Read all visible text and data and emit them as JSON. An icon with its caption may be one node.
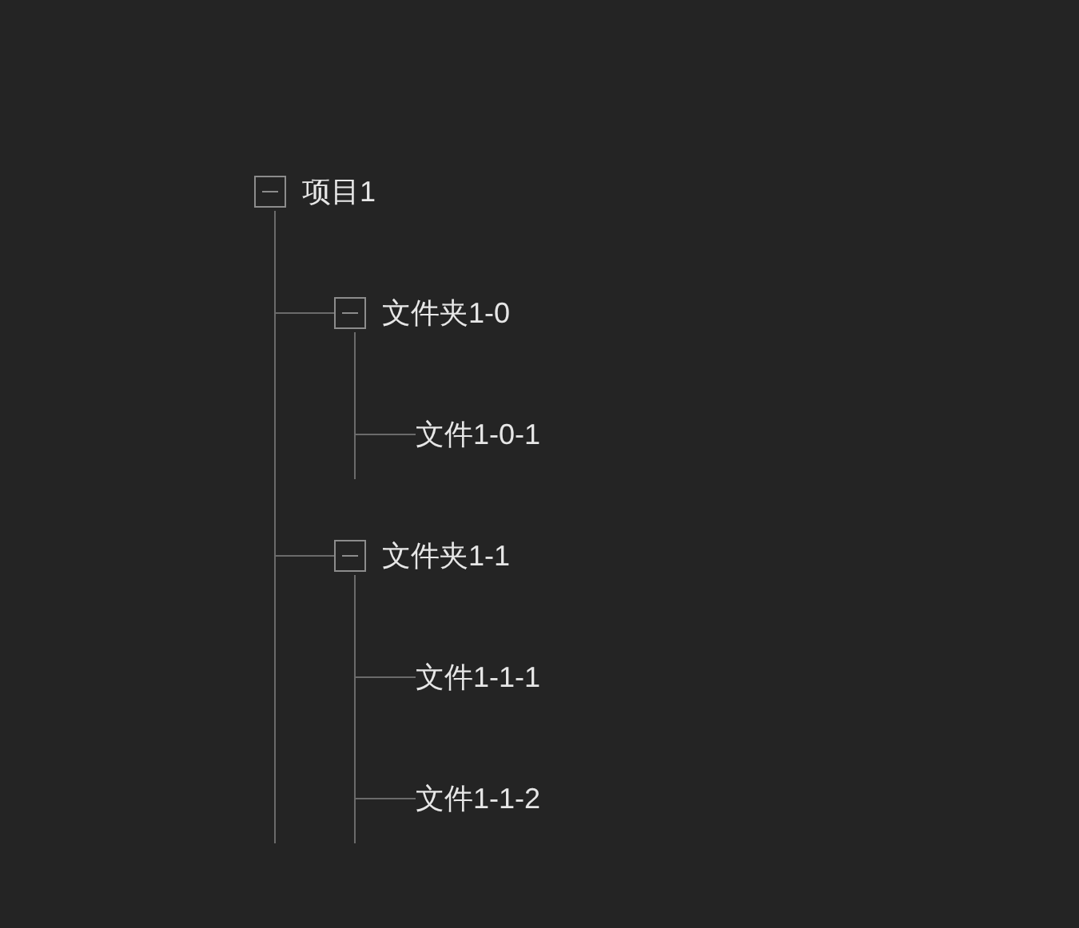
{
  "diagram": {
    "nodes": [
      {
        "text": [
          "项目1"
        ]
      },
      {
        "text": [
          "文件夹1-0"
        ]
      },
      {
        "text": [
          "文件1-0-1"
        ]
      },
      {
        "text": [
          "文件夹1-1"
        ]
      },
      {
        "text": [
          "文件1-1-1"
        ]
      },
      {
        "text": [
          "文件1-1-2"
        ]
      }
    ],
    "edges": [
      {
        "from": 0,
        "to": 1,
        "arrow": "none"
      },
      {
        "from": 1,
        "to": 2,
        "arrow": "none"
      },
      {
        "from": 0,
        "to": 3,
        "arrow": "none"
      },
      {
        "from": 3,
        "to": 4,
        "arrow": "none"
      },
      {
        "from": 3,
        "to": 5,
        "arrow": "none"
      }
    ]
  }
}
